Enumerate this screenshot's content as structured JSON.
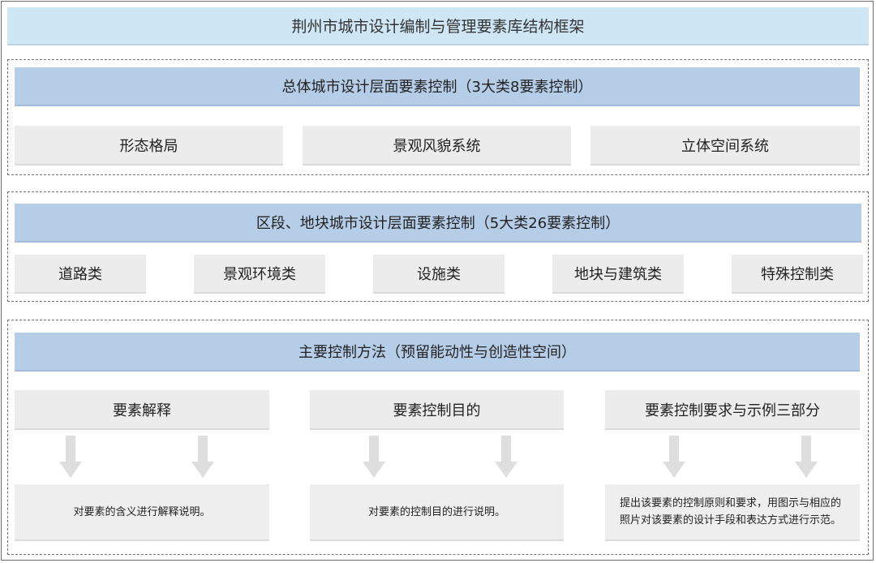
{
  "title": "荆州市城市设计编制与管理要素库结构框架",
  "overall": {
    "heading": "总体城市设计层面要素控制（3大类8要素控制）",
    "items": [
      "形态格局",
      "景观风貌系统",
      "立体空间系统"
    ]
  },
  "district": {
    "heading": "区段、地块城市设计层面要素控制（5大类26要素控制）",
    "items": [
      "道路类",
      "景观环境类",
      "设施类",
      "地块与建筑类",
      "特殊控制类"
    ]
  },
  "methods": {
    "heading": "主要控制方法（预留能动性与创造性空间）",
    "columns": [
      {
        "label": "要素解释",
        "description": "对要素的含义进行解释说明。"
      },
      {
        "label": "要素控制目的",
        "description": "对要素的控制目的进行说明。"
      },
      {
        "label": "要素控制要求与示例三部分",
        "description": "提出该要素的控制原则和要求，用图示与相应的照片对该要素的设计手段和表达方式进行示范。"
      }
    ]
  },
  "colors": {
    "title_bg": "#cfe6f5",
    "heading_bg": "#b6cde8",
    "cell_bg": "#ececec",
    "arrow": "#dedede"
  }
}
